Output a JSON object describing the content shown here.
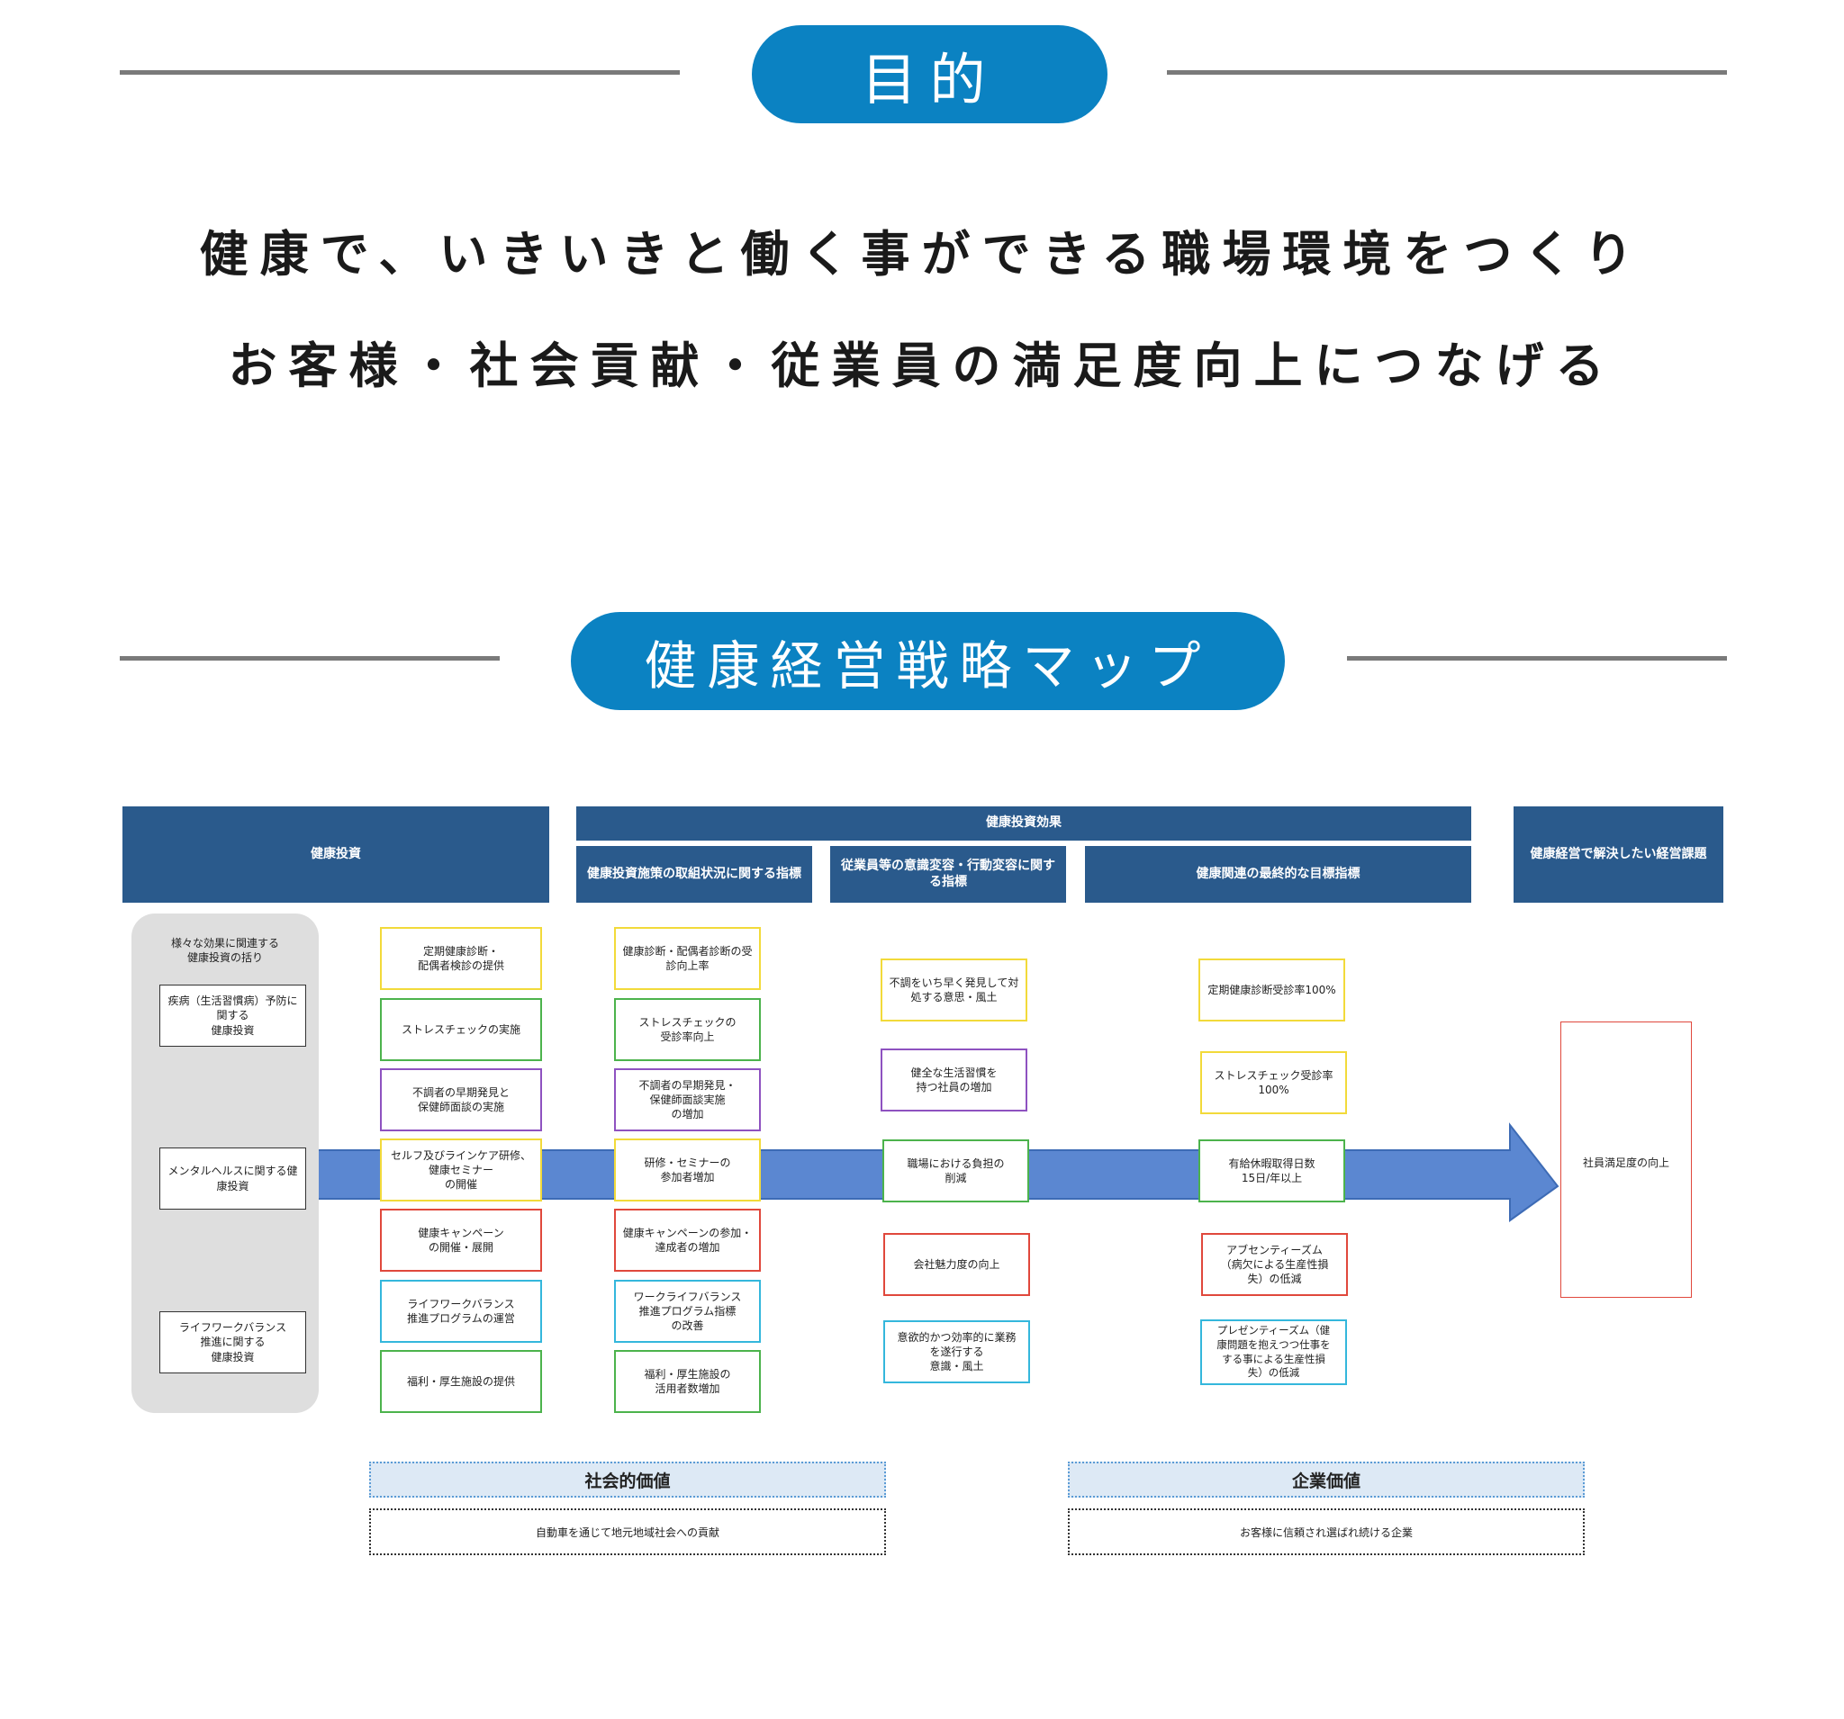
{
  "purpose": {
    "badge": "目的",
    "line1": "健康で、いきいきと働く事ができる職場環境をつくり",
    "line2": "お客様・社会貢献・従業員の満足度向上につなげる"
  },
  "strategy_map": {
    "badge": "健康経営戦略マップ",
    "headers": {
      "investment": "健康投資",
      "effects": "健康投資効果",
      "sub1": "健康投資施策の取組状況に関する指標",
      "sub2": "従業員等の意識変容・行動変容に関する指標",
      "sub3": "健康関連の最終的な目標指標",
      "issues": "健康経営で解決したい経営課題"
    },
    "group": {
      "title": "様々な効果に関連する\n健康投資の括り",
      "items": [
        "疾病（生活習慣病）予防に\n関する\n健康投資",
        "メンタルヘルスに関する健\n康投資",
        "ライフワークバランス\n推進に関する\n健康投資"
      ]
    },
    "col1": [
      "定期健康診断・\n配偶者検診の提供",
      "ストレスチェックの実施",
      "不調者の早期発見と\n保健師面談の実施",
      "セルフ及びラインケア研修、\n健康セミナー\nの開催",
      "健康キャンペーン\nの開催・展開",
      "ライフワークバランス\n推進プログラムの運営",
      "福利・厚生施設の提供"
    ],
    "col2": [
      "健康診断・配偶者診断の受\n診向上率",
      "ストレスチェックの\n受診率向上",
      "不調者の早期発見・\n保健師面談実施\nの増加",
      "研修・セミナーの\n参加者増加",
      "健康キャンペーンの参加・\n達成者の増加",
      "ワークライフバランス\n推進プログラム指標\nの改善",
      "福利・厚生施設の\n活用者数増加"
    ],
    "col3": [
      "不調をいち早く発見して対\n処する意思・風土",
      "健全な生活習慣を\n持つ社員の増加",
      "職場における負担の\n削減",
      "会社魅力度の向上",
      "意欲的かつ効率的に業務\nを遂行する\n意識・風土"
    ],
    "col4": [
      "定期健康診断受診率100%",
      "ストレスチェック受診率\n100%",
      "有給休暇取得日数\n15日/年以上",
      "アブセンティーズム\n（病欠による生産性損\n失）の低減",
      "プレゼンティーズム（健\n康問題を抱えつつ仕事を\nする事による生産性損\n失）の低減"
    ],
    "goal": "社員満足度の向上",
    "values": {
      "social_title": "社会的価値",
      "social_text": "自動車を通じて地元地域社会への貢献",
      "corporate_title": "企業価値",
      "corporate_text": "お客様に信頼され選ばれ続ける企業"
    }
  }
}
